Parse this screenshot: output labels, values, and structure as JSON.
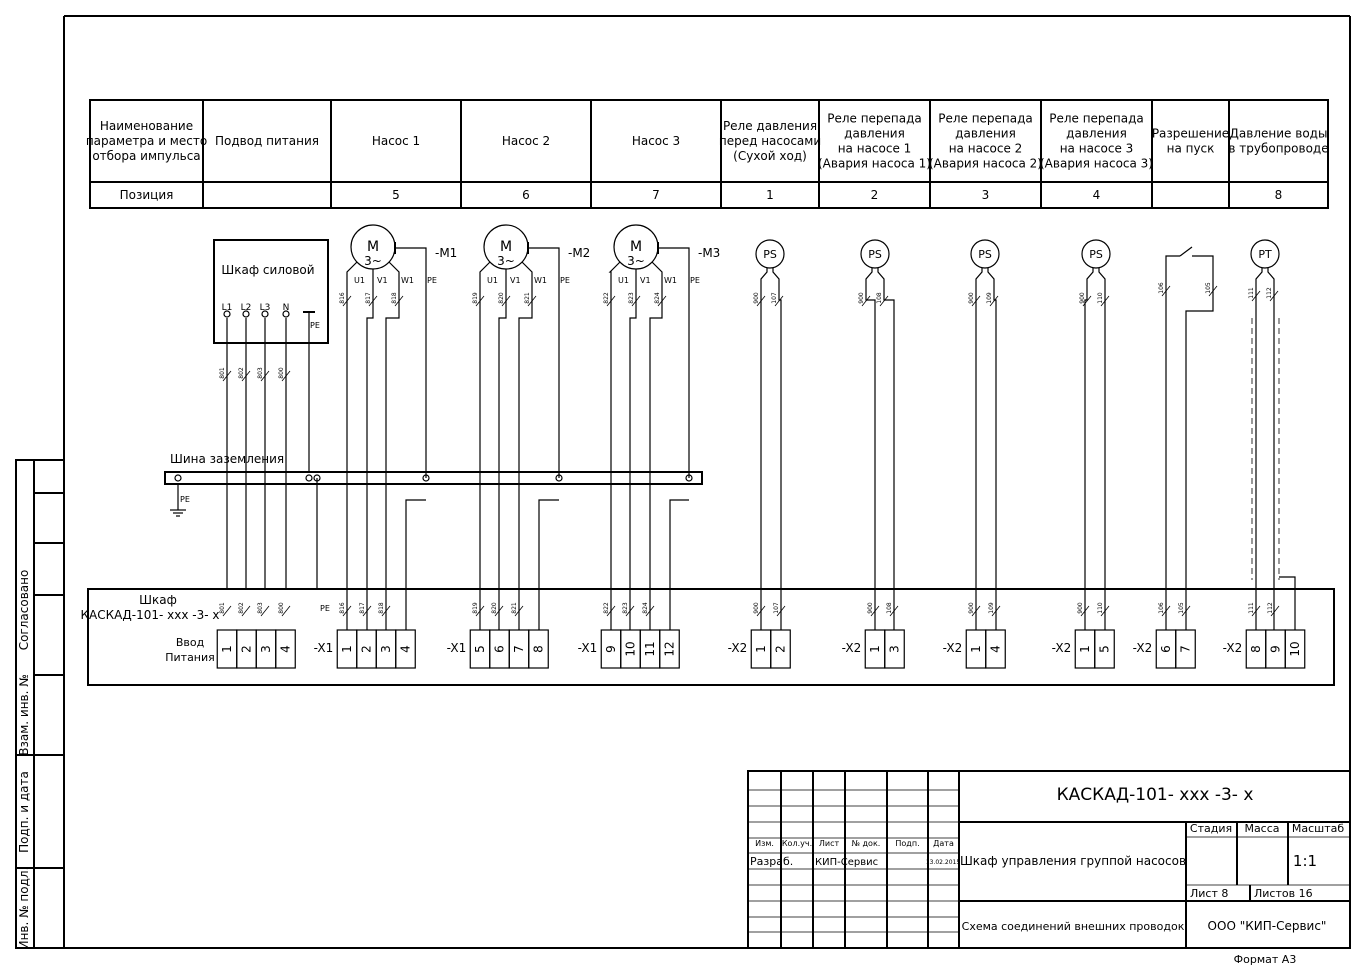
{
  "header_table": {
    "columns": [
      "Наименование параметра и место отбора импульса",
      "Подвод питания",
      "Насос 1",
      "Насос 2",
      "Насос 3",
      "Реле давления перед насосами (Сухой ход)",
      "Реле перепада давления на насосе 1 (Авария насоса 1)",
      "Реле перепада давления на насосе 2 (Авария насоса 2)",
      "Реле перепада давления на насосе 3 (Авария насоса 3)",
      "Разрешение на пуск",
      "Давление воды в трубопроводе"
    ],
    "column_lines": [
      [
        "Наименование",
        "параметра и место",
        "отбора импульса"
      ],
      [
        "Подвод питания"
      ],
      [
        "Насос 1"
      ],
      [
        "Насос 2"
      ],
      [
        "Насос 3"
      ],
      [
        "Реле давления",
        "перед насосами",
        "(Сухой ход)"
      ],
      [
        "Реле перепада",
        "давления",
        "на насосе 1",
        "(Авария насоса 1)"
      ],
      [
        "Реле перепада",
        "давления",
        "на насосе 2",
        "(Авария насоса 2)"
      ],
      [
        "Реле перепада",
        "давления",
        "на насосе 3",
        "(Авария насоса 3)"
      ],
      [
        "Разрешение",
        "на пуск"
      ],
      [
        "Давление воды",
        "в трубопроводе"
      ]
    ],
    "position_row": [
      "Позиция",
      "",
      "5",
      "6",
      "7",
      "1",
      "2",
      "3",
      "4",
      "",
      "8"
    ]
  },
  "power_cabinet": {
    "title": "Шкаф силовой",
    "terminals": [
      "L1",
      "L2",
      "L3",
      "N"
    ],
    "pe_label": "PE",
    "wires": [
      "801",
      "802",
      "803",
      "800"
    ]
  },
  "motors": [
    {
      "id": "-M1",
      "symbol": "M",
      "phase": "3~",
      "pins": [
        "U1",
        "V1",
        "W1",
        "PE"
      ],
      "wires": [
        "816",
        "817",
        "818"
      ]
    },
    {
      "id": "-M2",
      "symbol": "M",
      "phase": "3~",
      "pins": [
        "U1",
        "V1",
        "W1",
        "PE"
      ],
      "wires": [
        "819",
        "820",
        "821"
      ]
    },
    {
      "id": "-M3",
      "symbol": "M",
      "phase": "3~",
      "pins": [
        "U1",
        "V1",
        "W1",
        "PE"
      ],
      "wires": [
        "822",
        "823",
        "824"
      ]
    }
  ],
  "sensors": [
    {
      "symbol": "PS",
      "wires": [
        "900",
        "107"
      ]
    },
    {
      "symbol": "PS",
      "wires": [
        "900",
        "108"
      ]
    },
    {
      "symbol": "PS",
      "wires": [
        "900",
        "109"
      ]
    },
    {
      "symbol": "PS",
      "wires": [
        "900",
        "110"
      ]
    }
  ],
  "start_switch": {
    "wires": [
      "106",
      "105"
    ]
  },
  "transmitter": {
    "symbol": "PT",
    "wires": [
      "111",
      "112"
    ]
  },
  "ground_bus": {
    "label": "Шина заземления",
    "pe_label": "PE"
  },
  "control_cabinet": {
    "title_line1": "Шкаф",
    "title_line2": "КАСКАД-101- xxx -3- x",
    "pe_label": "PE",
    "power_input_label_1": "Ввод",
    "power_input_label_2": "Питания",
    "terminal_groups": [
      {
        "label": "",
        "terminals": [
          "1",
          "2",
          "3",
          "4"
        ],
        "wires": [
          "801",
          "802",
          "803",
          "800"
        ]
      },
      {
        "label": "-X1",
        "terminals": [
          "1",
          "2",
          "3",
          "4"
        ],
        "wires": [
          "816",
          "817",
          "818",
          ""
        ]
      },
      {
        "label": "-X1",
        "terminals": [
          "5",
          "6",
          "7",
          "8"
        ],
        "wires": [
          "819",
          "820",
          "821",
          ""
        ]
      },
      {
        "label": "-X1",
        "terminals": [
          "9",
          "10",
          "11",
          "12"
        ],
        "wires": [
          "822",
          "823",
          "824",
          ""
        ]
      },
      {
        "label": "-X2",
        "terminals": [
          "1",
          "2"
        ],
        "wires": [
          "900",
          "107"
        ]
      },
      {
        "label": "-X2",
        "terminals": [
          "1",
          "3"
        ],
        "wires": [
          "900",
          "108"
        ]
      },
      {
        "label": "-X2",
        "terminals": [
          "1",
          "4"
        ],
        "wires": [
          "900",
          "109"
        ]
      },
      {
        "label": "-X2",
        "terminals": [
          "1",
          "5"
        ],
        "wires": [
          "900",
          "110"
        ]
      },
      {
        "label": "-X2",
        "terminals": [
          "6",
          "7"
        ],
        "wires": [
          "106",
          "105"
        ]
      },
      {
        "label": "-X2",
        "terminals": [
          "8",
          "9",
          "10"
        ],
        "wires": [
          "111",
          "112",
          ""
        ]
      }
    ]
  },
  "side_stamp": [
    "Согласовано",
    "Взам. инв. №",
    "Подп. и дата",
    "Инв. № подл."
  ],
  "title_block": {
    "designation": "КАСКАД-101- xxx -3- x",
    "columns": [
      "Изм.",
      "Кол.уч.",
      "Лист",
      "№ док.",
      "Подп.",
      "Дата"
    ],
    "developer_role": "Разраб.",
    "developer": "КИП-Сервис",
    "date": "13.02.2015",
    "product_name": "Шкаф управления группой насосов",
    "document_name": "Схема соединений внешних проводок",
    "stage_label": "Стадия",
    "mass_label": "Масса",
    "scale_label": "Масштаб",
    "scale": "1:1",
    "sheet": "Лист 8",
    "sheets": "Листов 16",
    "company": "ООО \"КИП-Сервис\"",
    "format": "Формат  А3"
  }
}
